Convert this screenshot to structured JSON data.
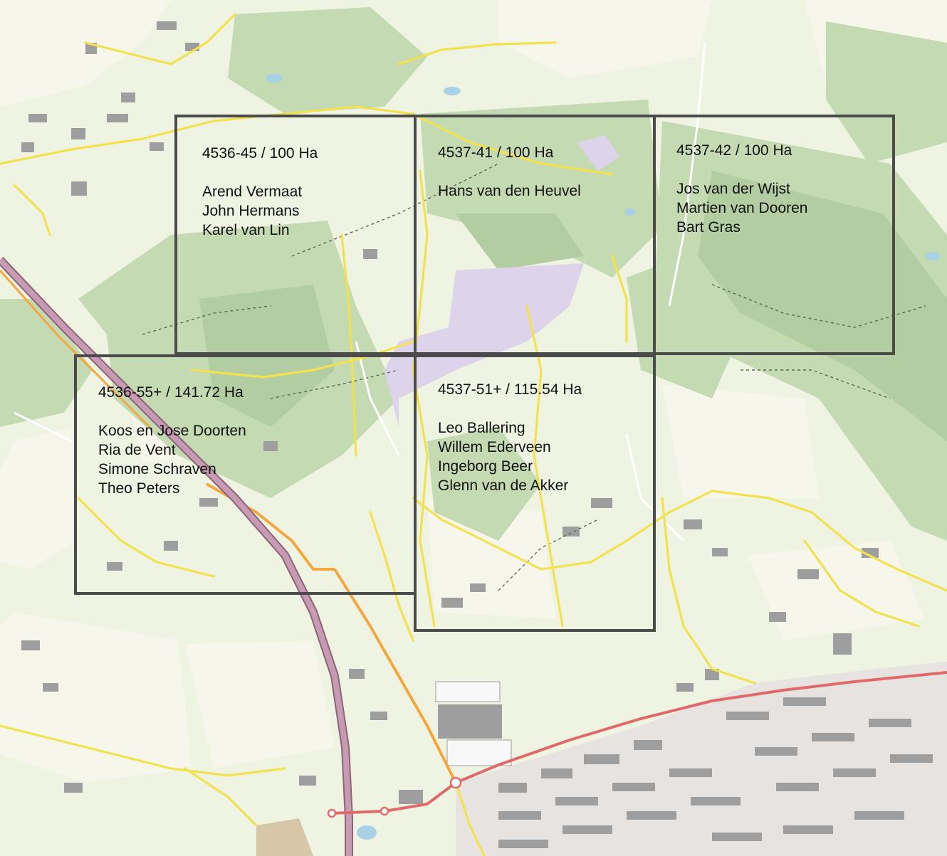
{
  "colors": {
    "background": "#eef3e2",
    "forest": "#c4dab3",
    "forest_dark": "#b2cda1",
    "field": "#f6f6ea",
    "heath": "#ddd3ea",
    "built": "#9e9e9e",
    "urban": "#e6e3e1",
    "road_yellow": "#f2e24f",
    "road_orange": "#f4a73c",
    "road_red": "#e06a6a",
    "motorway": "#b58aa3",
    "water": "#a9d1e6",
    "grid_line": "#4b4b4b"
  },
  "panels": [
    {
      "id": "4536-45",
      "code": "4536-45 / 100 Ha",
      "owners": [
        "Arend Vermaat",
        "John Hermans",
        "Karel van Lin"
      ]
    },
    {
      "id": "4537-41",
      "code": "4537-41 / 100 Ha",
      "owners": [
        "Hans van den Heuvel"
      ]
    },
    {
      "id": "4537-42",
      "code": "4537-42 / 100 Ha",
      "owners": [
        "Jos van der Wijst",
        "Martien van Dooren",
        "Bart Gras"
      ]
    },
    {
      "id": "4536-55",
      "code": "4536-55+ / 141.72 Ha",
      "owners": [
        "Koos en Jose Doorten",
        "Ria de Vent",
        "Simone Schraven",
        "Theo Peters"
      ]
    },
    {
      "id": "4537-51",
      "code": "4537-51+ / 115.54 Ha",
      "owners": [
        "Leo Ballering",
        "Willem Ederveen",
        "Ingeborg Beer",
        "Glenn van de Akker"
      ]
    }
  ]
}
